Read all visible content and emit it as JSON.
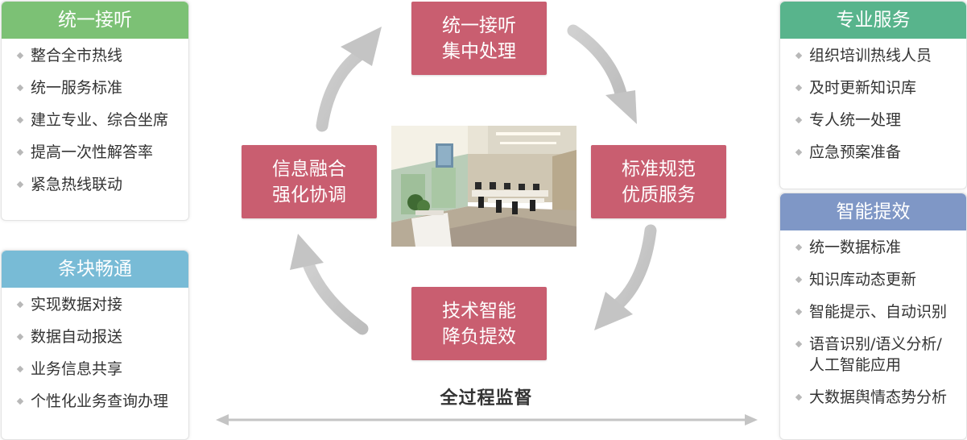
{
  "left_top": {
    "title": "统一接听",
    "color": "#7cc175",
    "items": [
      "整合全市热线",
      "统一服务标准",
      "建立专业、综合坐席",
      "提高一次性解答率",
      "紧急热线联动"
    ]
  },
  "left_bottom": {
    "title": "条块畅通",
    "color": "#78bbd6",
    "items": [
      "实现数据对接",
      "数据自动报送",
      "业务信息共享",
      "个性化业务查询办理"
    ]
  },
  "right_top": {
    "title": "专业服务",
    "color": "#58b48c",
    "items": [
      "组织培训热线人员",
      "及时更新知识库",
      "专人统一处理",
      "应急预案准备"
    ]
  },
  "right_bottom": {
    "title": "智能提效",
    "color": "#7f97c6",
    "items": [
      "统一数据标准",
      "知识库动态更新",
      "智能提示、自动识别",
      "语音识别/语义分析/",
      "人工智能应用",
      "大数据舆情态势分析"
    ]
  },
  "cycle": {
    "top": {
      "line1": "统一接听",
      "line2": "集中处理"
    },
    "right": {
      "line1": "标准规范",
      "line2": "优质服务"
    },
    "bottom": {
      "line1": "技术智能",
      "line2": "降负提效"
    },
    "left": {
      "line1": "信息融合",
      "line2": "强化协调"
    },
    "color": "#c95e70"
  },
  "caption": "全过程监督"
}
